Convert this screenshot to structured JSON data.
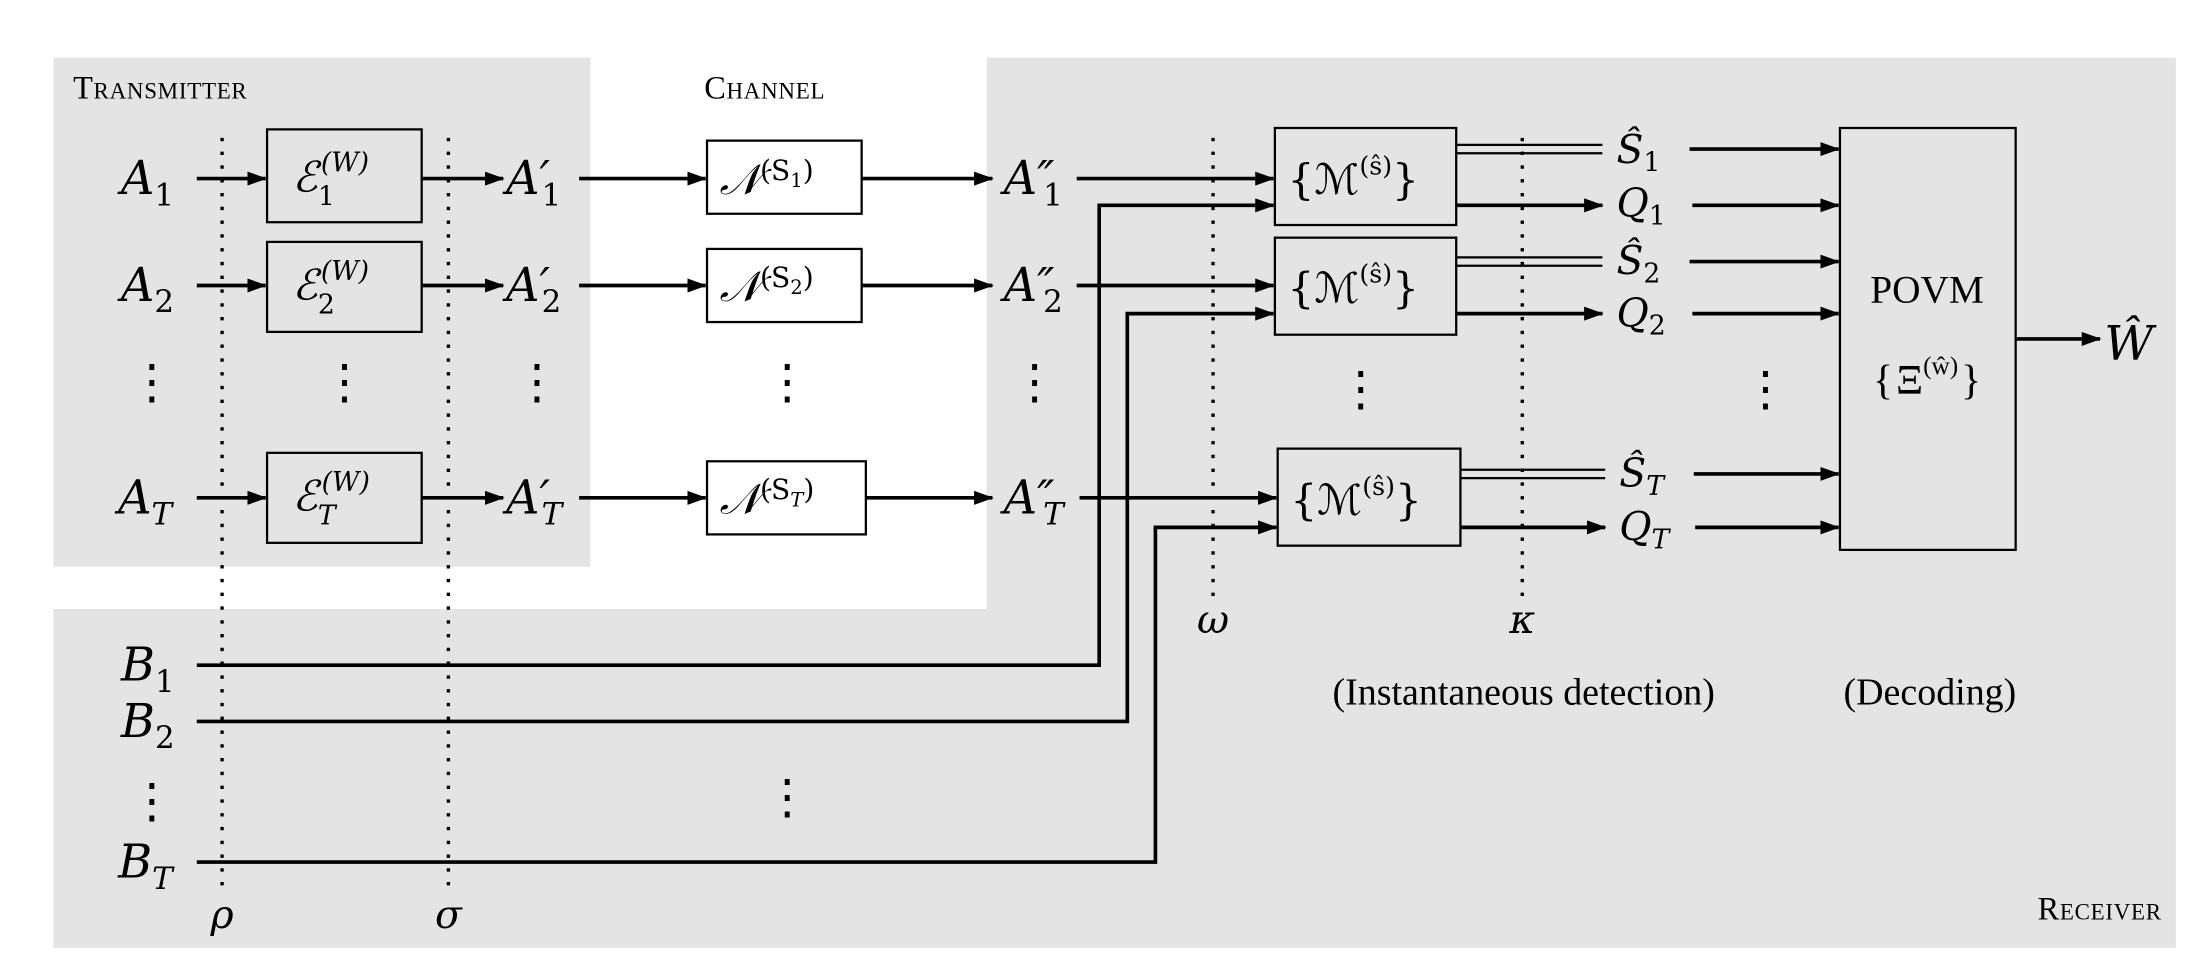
{
  "regions": {
    "transmitter": "Transmitter",
    "channel": "Channel",
    "receiver": "Receiver"
  },
  "colors": {
    "region_fill": "#e4e4e4",
    "channel_box_fill": "#ffffff",
    "line": "#000000"
  },
  "inputs_A": [
    {
      "base": "A",
      "sub": "1"
    },
    {
      "base": "A",
      "sub": "2"
    },
    {
      "base": "A",
      "sub": "T"
    }
  ],
  "encoders": [
    {
      "base": "ℰ",
      "sub": "1",
      "sup": "(W)"
    },
    {
      "base": "ℰ",
      "sub": "2",
      "sup": "(W)"
    },
    {
      "base": "ℰ",
      "sub": "T",
      "sup": "(W)"
    }
  ],
  "encoded_A_prime": [
    {
      "base": "A′",
      "sub": "1"
    },
    {
      "base": "A′",
      "sub": "2"
    },
    {
      "base": "A′",
      "sub": "T"
    }
  ],
  "channels": [
    {
      "base": "𝒩",
      "sup": "(S",
      "sup_sub": "1",
      "sup_close": ")"
    },
    {
      "base": "𝒩",
      "sup": "(S",
      "sup_sub": "2",
      "sup_close": ")"
    },
    {
      "base": "𝒩",
      "sup": "(S",
      "sup_sub": "T",
      "sup_close": ")"
    }
  ],
  "received_A_double_prime": [
    {
      "base": "A″",
      "sub": "1"
    },
    {
      "base": "A″",
      "sub": "2"
    },
    {
      "base": "A″",
      "sub": "T"
    }
  ],
  "ancillas_B": [
    {
      "base": "B",
      "sub": "1"
    },
    {
      "base": "B",
      "sub": "2"
    },
    {
      "base": "B",
      "sub": "T"
    }
  ],
  "measurements": [
    {
      "label": "{ℳ",
      "sup": "(ŝ)",
      "close": "}"
    },
    {
      "label": "{ℳ",
      "sup": "(ŝ)",
      "close": "}"
    },
    {
      "label": "{ℳ",
      "sup": "(ŝ)",
      "close": "}"
    }
  ],
  "detection_outputs": [
    {
      "s_base": "Ŝ",
      "s_sub": "1",
      "q_base": "Q",
      "q_sub": "1"
    },
    {
      "s_base": "Ŝ",
      "s_sub": "2",
      "q_base": "Q",
      "q_sub": "2"
    },
    {
      "s_base": "Ŝ",
      "s_sub": "T",
      "q_base": "Q",
      "q_sub": "T"
    }
  ],
  "decoder": {
    "title": "POVM",
    "open": "{",
    "symbol": "Ξ",
    "sup": "(ŵ)",
    "close": "}"
  },
  "output": "Ŵ",
  "state_markers": {
    "rho": "ρ",
    "sigma": "σ",
    "omega": "ω",
    "kappa": "κ"
  },
  "stage_labels": {
    "detection": "(Instantaneous detection)",
    "decoding": "(Decoding)"
  },
  "ellipsis": "⋮"
}
